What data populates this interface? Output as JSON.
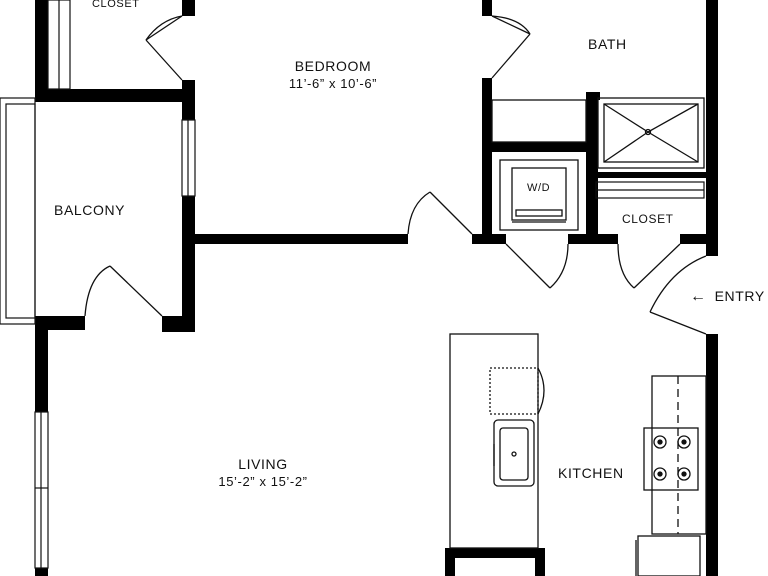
{
  "rooms": {
    "bedroom": {
      "name": "BEDROOM",
      "dimensions": "11’-6” x 10’-6”"
    },
    "living": {
      "name": "LIVING",
      "dimensions": "15’-2” x 15’-2”"
    },
    "bath": {
      "name": "BATH"
    },
    "balcony": {
      "name": "BALCONY"
    },
    "kitchen": {
      "name": "KITCHEN"
    },
    "closet_top": {
      "name": "CLOSET"
    },
    "closet_right": {
      "name": "CLOSET"
    },
    "entry": {
      "name": "ENTRY",
      "icon": "arrow-left-icon"
    }
  },
  "appliances": {
    "washer_dryer": {
      "label": "W/D"
    }
  },
  "colors": {
    "wall": "#000000",
    "background": "#ffffff",
    "line": "#111111"
  }
}
